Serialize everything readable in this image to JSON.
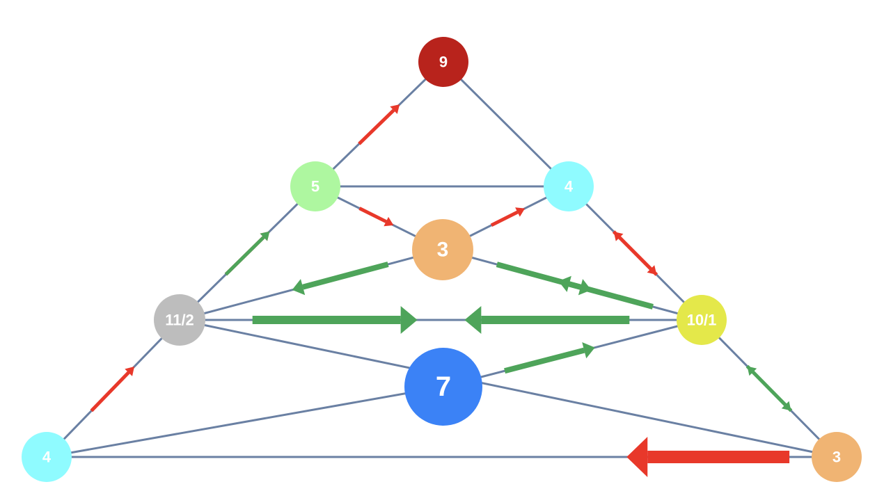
{
  "nodes": [
    {
      "id": "n9",
      "label": "9",
      "color": "#b8231c"
    },
    {
      "id": "n5",
      "label": "5",
      "color": "#aef7a0"
    },
    {
      "id": "n4_top",
      "label": "4",
      "color": "#8ffbff"
    },
    {
      "id": "n3_mid",
      "label": "3",
      "color": "#f0b473"
    },
    {
      "id": "n11_2",
      "label": "11/2",
      "color": "#bdbdbd"
    },
    {
      "id": "n10_1",
      "label": "10/1",
      "color": "#e4e84a"
    },
    {
      "id": "n7",
      "label": "7",
      "color": "#3b82f6"
    },
    {
      "id": "n4_bot",
      "label": "4",
      "color": "#8ffbff"
    },
    {
      "id": "n3_bot",
      "label": "3",
      "color": "#f0b473"
    }
  ],
  "edges": [
    {
      "from": "n5",
      "to": "n9"
    },
    {
      "from": "n9",
      "to": "n4_top"
    },
    {
      "from": "n5",
      "to": "n4_top"
    },
    {
      "from": "n5",
      "to": "n3_mid"
    },
    {
      "from": "n3_mid",
      "to": "n4_top"
    },
    {
      "from": "n4_top",
      "to": "n10_1"
    },
    {
      "from": "n11_2",
      "to": "n5"
    },
    {
      "from": "n11_2",
      "to": "n3_mid"
    },
    {
      "from": "n3_mid",
      "to": "n10_1"
    },
    {
      "from": "n11_2",
      "to": "n10_1"
    },
    {
      "from": "n11_2",
      "to": "n3_bot"
    },
    {
      "from": "n7",
      "to": "n10_1"
    },
    {
      "from": "n4_bot",
      "to": "n7"
    },
    {
      "from": "n4_bot",
      "to": "n11_2"
    },
    {
      "from": "n10_1",
      "to": "n3_bot"
    },
    {
      "from": "n4_bot",
      "to": "n3_bot"
    }
  ],
  "flows": [
    {
      "from": "n5",
      "to": "n9",
      "color": "#e8382a",
      "weight": 1
    },
    {
      "from": "n11_2",
      "to": "n5",
      "color": "#e8382a",
      "weight": 1
    },
    {
      "from": "n11_2",
      "to": "n5",
      "color": "#4ea45a",
      "weight": 1
    },
    {
      "from": "n4_bot",
      "to": "n11_2",
      "color": "#e8382a",
      "weight": 1
    },
    {
      "from": "n5",
      "to": "n3_mid",
      "color": "#e8382a",
      "weight": 1
    },
    {
      "from": "n3_mid",
      "to": "n4_top",
      "color": "#e8382a",
      "weight": 1
    },
    {
      "from": "n4_top",
      "to": "n10_1",
      "color": "#e8382a",
      "weight": 1
    },
    {
      "from": "n10_1",
      "to": "n4_top",
      "color": "#e8382a",
      "weight": 1
    },
    {
      "from": "n3_mid",
      "to": "n11_2",
      "color": "#4ea45a",
      "weight": 2
    },
    {
      "from": "n3_mid",
      "to": "n10_1",
      "color": "#4ea45a",
      "weight": 2
    },
    {
      "from": "n10_1",
      "to": "n3_mid",
      "color": "#4ea45a",
      "weight": 2
    },
    {
      "from": "n11_2",
      "to": "n10_1",
      "color": "#4ea45a",
      "weight": 3
    },
    {
      "from": "n10_1",
      "to": "n11_2",
      "color": "#4ea45a",
      "weight": 3
    },
    {
      "from": "n7",
      "to": "n10_1",
      "color": "#4ea45a",
      "weight": 2
    },
    {
      "from": "n10_1",
      "to": "n3_bot",
      "color": "#4ea45a",
      "weight": 1
    },
    {
      "from": "n3_bot",
      "to": "n10_1",
      "color": "#4ea45a",
      "weight": 1
    },
    {
      "from": "n3_bot",
      "to": "n4_bot",
      "color": "#e8382a",
      "weight": 4
    }
  ],
  "colors": {
    "edge": "#6a80a3"
  }
}
